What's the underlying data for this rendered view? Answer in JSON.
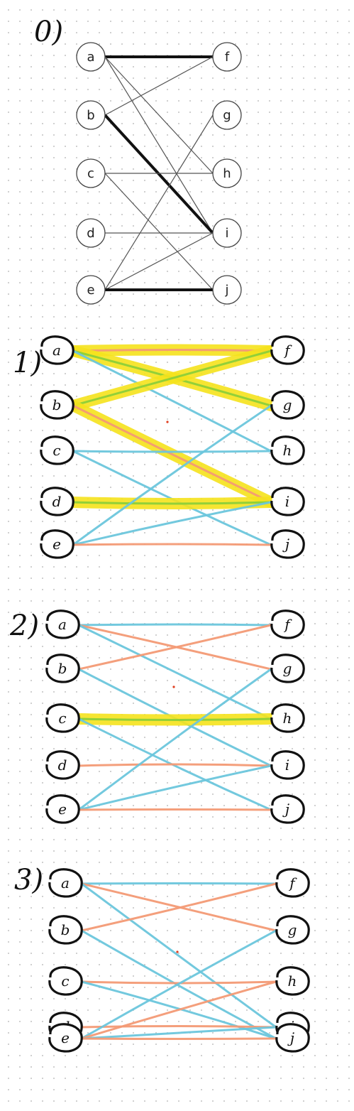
{
  "panels": [
    {
      "id": "p0",
      "step": "0)",
      "style": "typed",
      "left_nodes": [
        "a",
        "b",
        "c",
        "d",
        "e"
      ],
      "right_nodes": [
        "f",
        "g",
        "h",
        "i",
        "j"
      ],
      "edges": [
        {
          "from": "a",
          "to": "f",
          "kind": "matched"
        },
        {
          "from": "a",
          "to": "h",
          "kind": "plain"
        },
        {
          "from": "a",
          "to": "i",
          "kind": "plain"
        },
        {
          "from": "b",
          "to": "f",
          "kind": "plain"
        },
        {
          "from": "b",
          "to": "i",
          "kind": "matched"
        },
        {
          "from": "c",
          "to": "h",
          "kind": "plain"
        },
        {
          "from": "c",
          "to": "j",
          "kind": "plain"
        },
        {
          "from": "d",
          "to": "i",
          "kind": "plain"
        },
        {
          "from": "e",
          "to": "g",
          "kind": "plain"
        },
        {
          "from": "e",
          "to": "i",
          "kind": "plain"
        },
        {
          "from": "e",
          "to": "j",
          "kind": "matched"
        }
      ]
    },
    {
      "id": "p1",
      "step": "1)",
      "style": "hand",
      "left_nodes": [
        "a",
        "b",
        "c",
        "d",
        "e"
      ],
      "right_nodes": [
        "f",
        "g",
        "h",
        "i",
        "j"
      ],
      "edges": [
        {
          "from": "a",
          "to": "f",
          "kind": "path-orange"
        },
        {
          "from": "a",
          "to": "g",
          "kind": "path-blue"
        },
        {
          "from": "a",
          "to": "h",
          "kind": "blue"
        },
        {
          "from": "b",
          "to": "f",
          "kind": "path-blue"
        },
        {
          "from": "b",
          "to": "i",
          "kind": "path-orange"
        },
        {
          "from": "c",
          "to": "h",
          "kind": "blue"
        },
        {
          "from": "c",
          "to": "j",
          "kind": "blue"
        },
        {
          "from": "d",
          "to": "i",
          "kind": "path-blue"
        },
        {
          "from": "e",
          "to": "g",
          "kind": "blue"
        },
        {
          "from": "e",
          "to": "i",
          "kind": "blue"
        },
        {
          "from": "e",
          "to": "j",
          "kind": "orange"
        }
      ]
    },
    {
      "id": "p2",
      "step": "2)",
      "style": "hand",
      "left_nodes": [
        "a",
        "b",
        "c",
        "d",
        "e"
      ],
      "right_nodes": [
        "f",
        "g",
        "h",
        "i",
        "j"
      ],
      "edges": [
        {
          "from": "a",
          "to": "f",
          "kind": "blue"
        },
        {
          "from": "a",
          "to": "g",
          "kind": "orange"
        },
        {
          "from": "a",
          "to": "h",
          "kind": "blue"
        },
        {
          "from": "b",
          "to": "f",
          "kind": "orange"
        },
        {
          "from": "b",
          "to": "i",
          "kind": "blue"
        },
        {
          "from": "c",
          "to": "h",
          "kind": "path-blue"
        },
        {
          "from": "c",
          "to": "j",
          "kind": "blue"
        },
        {
          "from": "d",
          "to": "i",
          "kind": "orange"
        },
        {
          "from": "e",
          "to": "g",
          "kind": "blue"
        },
        {
          "from": "e",
          "to": "i",
          "kind": "blue"
        },
        {
          "from": "e",
          "to": "j",
          "kind": "orange"
        }
      ]
    },
    {
      "id": "p3",
      "step": "3)",
      "style": "hand",
      "left_nodes": [
        "a",
        "b",
        "c",
        "d",
        "e"
      ],
      "right_nodes": [
        "f",
        "g",
        "h",
        "i",
        "j"
      ],
      "edges": [
        {
          "from": "a",
          "to": "f",
          "kind": "blue"
        },
        {
          "from": "a",
          "to": "g",
          "kind": "orange"
        },
        {
          "from": "a",
          "to": "i",
          "kind": "blue"
        },
        {
          "from": "b",
          "to": "f",
          "kind": "orange"
        },
        {
          "from": "b",
          "to": "j",
          "kind": "blue"
        },
        {
          "from": "c",
          "to": "h",
          "kind": "orange"
        },
        {
          "from": "c",
          "to": "j",
          "kind": "blue"
        },
        {
          "from": "d",
          "to": "i",
          "kind": "orange"
        },
        {
          "from": "e",
          "to": "g",
          "kind": "blue"
        },
        {
          "from": "e",
          "to": "h",
          "kind": "orange"
        },
        {
          "from": "e",
          "to": "i",
          "kind": "blue"
        },
        {
          "from": "e",
          "to": "j",
          "kind": "orange"
        }
      ]
    }
  ],
  "colors": {
    "typed_edge": "#555555",
    "matched_edge": "#111111",
    "blue": "#6cc6dc",
    "orange": "#f39a75",
    "highlight": "#f5e21c",
    "path_green": "#8ccf3a",
    "node_fill": "#ffffff",
    "node_stroke": "#111111",
    "dot": "#e04020"
  }
}
